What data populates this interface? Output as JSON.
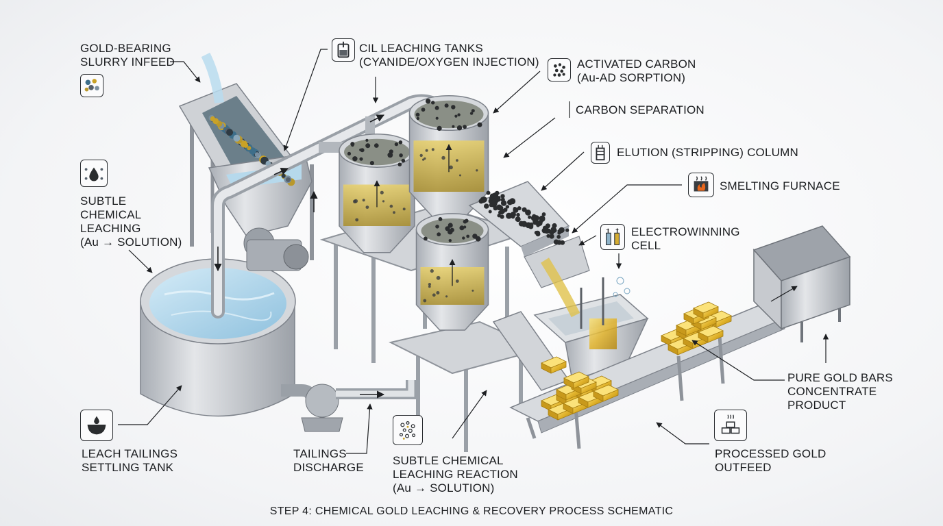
{
  "labels": {
    "slurry_infeed": "GOLD-BEARING\nSLURRY INFEED",
    "cil_tanks": "CIL LEACHING TANKS\n(CYANIDE/OXYGEN INJECTION)",
    "activated_carbon": "ACTIVATED CARBON\n(Au-AD SORPTION)",
    "carbon_separation": "CARBON SEPARATION",
    "elution_column": "ELUTION (STRIPPING) COLUMN",
    "smelting_furnace": "SMELTING FURNACE",
    "electrowinning": "ELECTROWINNING\nCELL",
    "subtle_leaching": "SUBTLE\nCHEMICAL\nLEACHING\n(Au → SOLUTION)",
    "gold_bars": "PURE GOLD BARS\nCONCENTRATE\nPRODUCT",
    "tailings_tank": "LEACH TAILINGS\nSETTLING TANK",
    "tailings_discharge": "TAILINGS\nDISCHARGE",
    "leaching_reaction": "SUBTLE CHEMICAL\nLEACHING REACTION\n(Au → SOLUTION)",
    "processed_gold": "PROCESSED GOLD\nOUTFEED"
  },
  "caption": "STEP 4: CHEMICAL GOLD LEACHING & RECOVERY PROCESS SCHEMATIC",
  "colors": {
    "steel": "#c9ccd1",
    "steel_dark": "#8e939a",
    "water": "#a9cfe6",
    "gold": "#e3b82f",
    "solution": "#d9c15a",
    "carbon": "#2b2d2f",
    "furnace": "#e8661c"
  },
  "icons": [
    "ore-particles-icon",
    "tank-icon",
    "carbon-granules-icon",
    "column-icon",
    "furnace-icon",
    "electrodes-icon",
    "droplet-icon",
    "basin-icon",
    "reaction-particles-icon",
    "gold-bars-icon"
  ]
}
